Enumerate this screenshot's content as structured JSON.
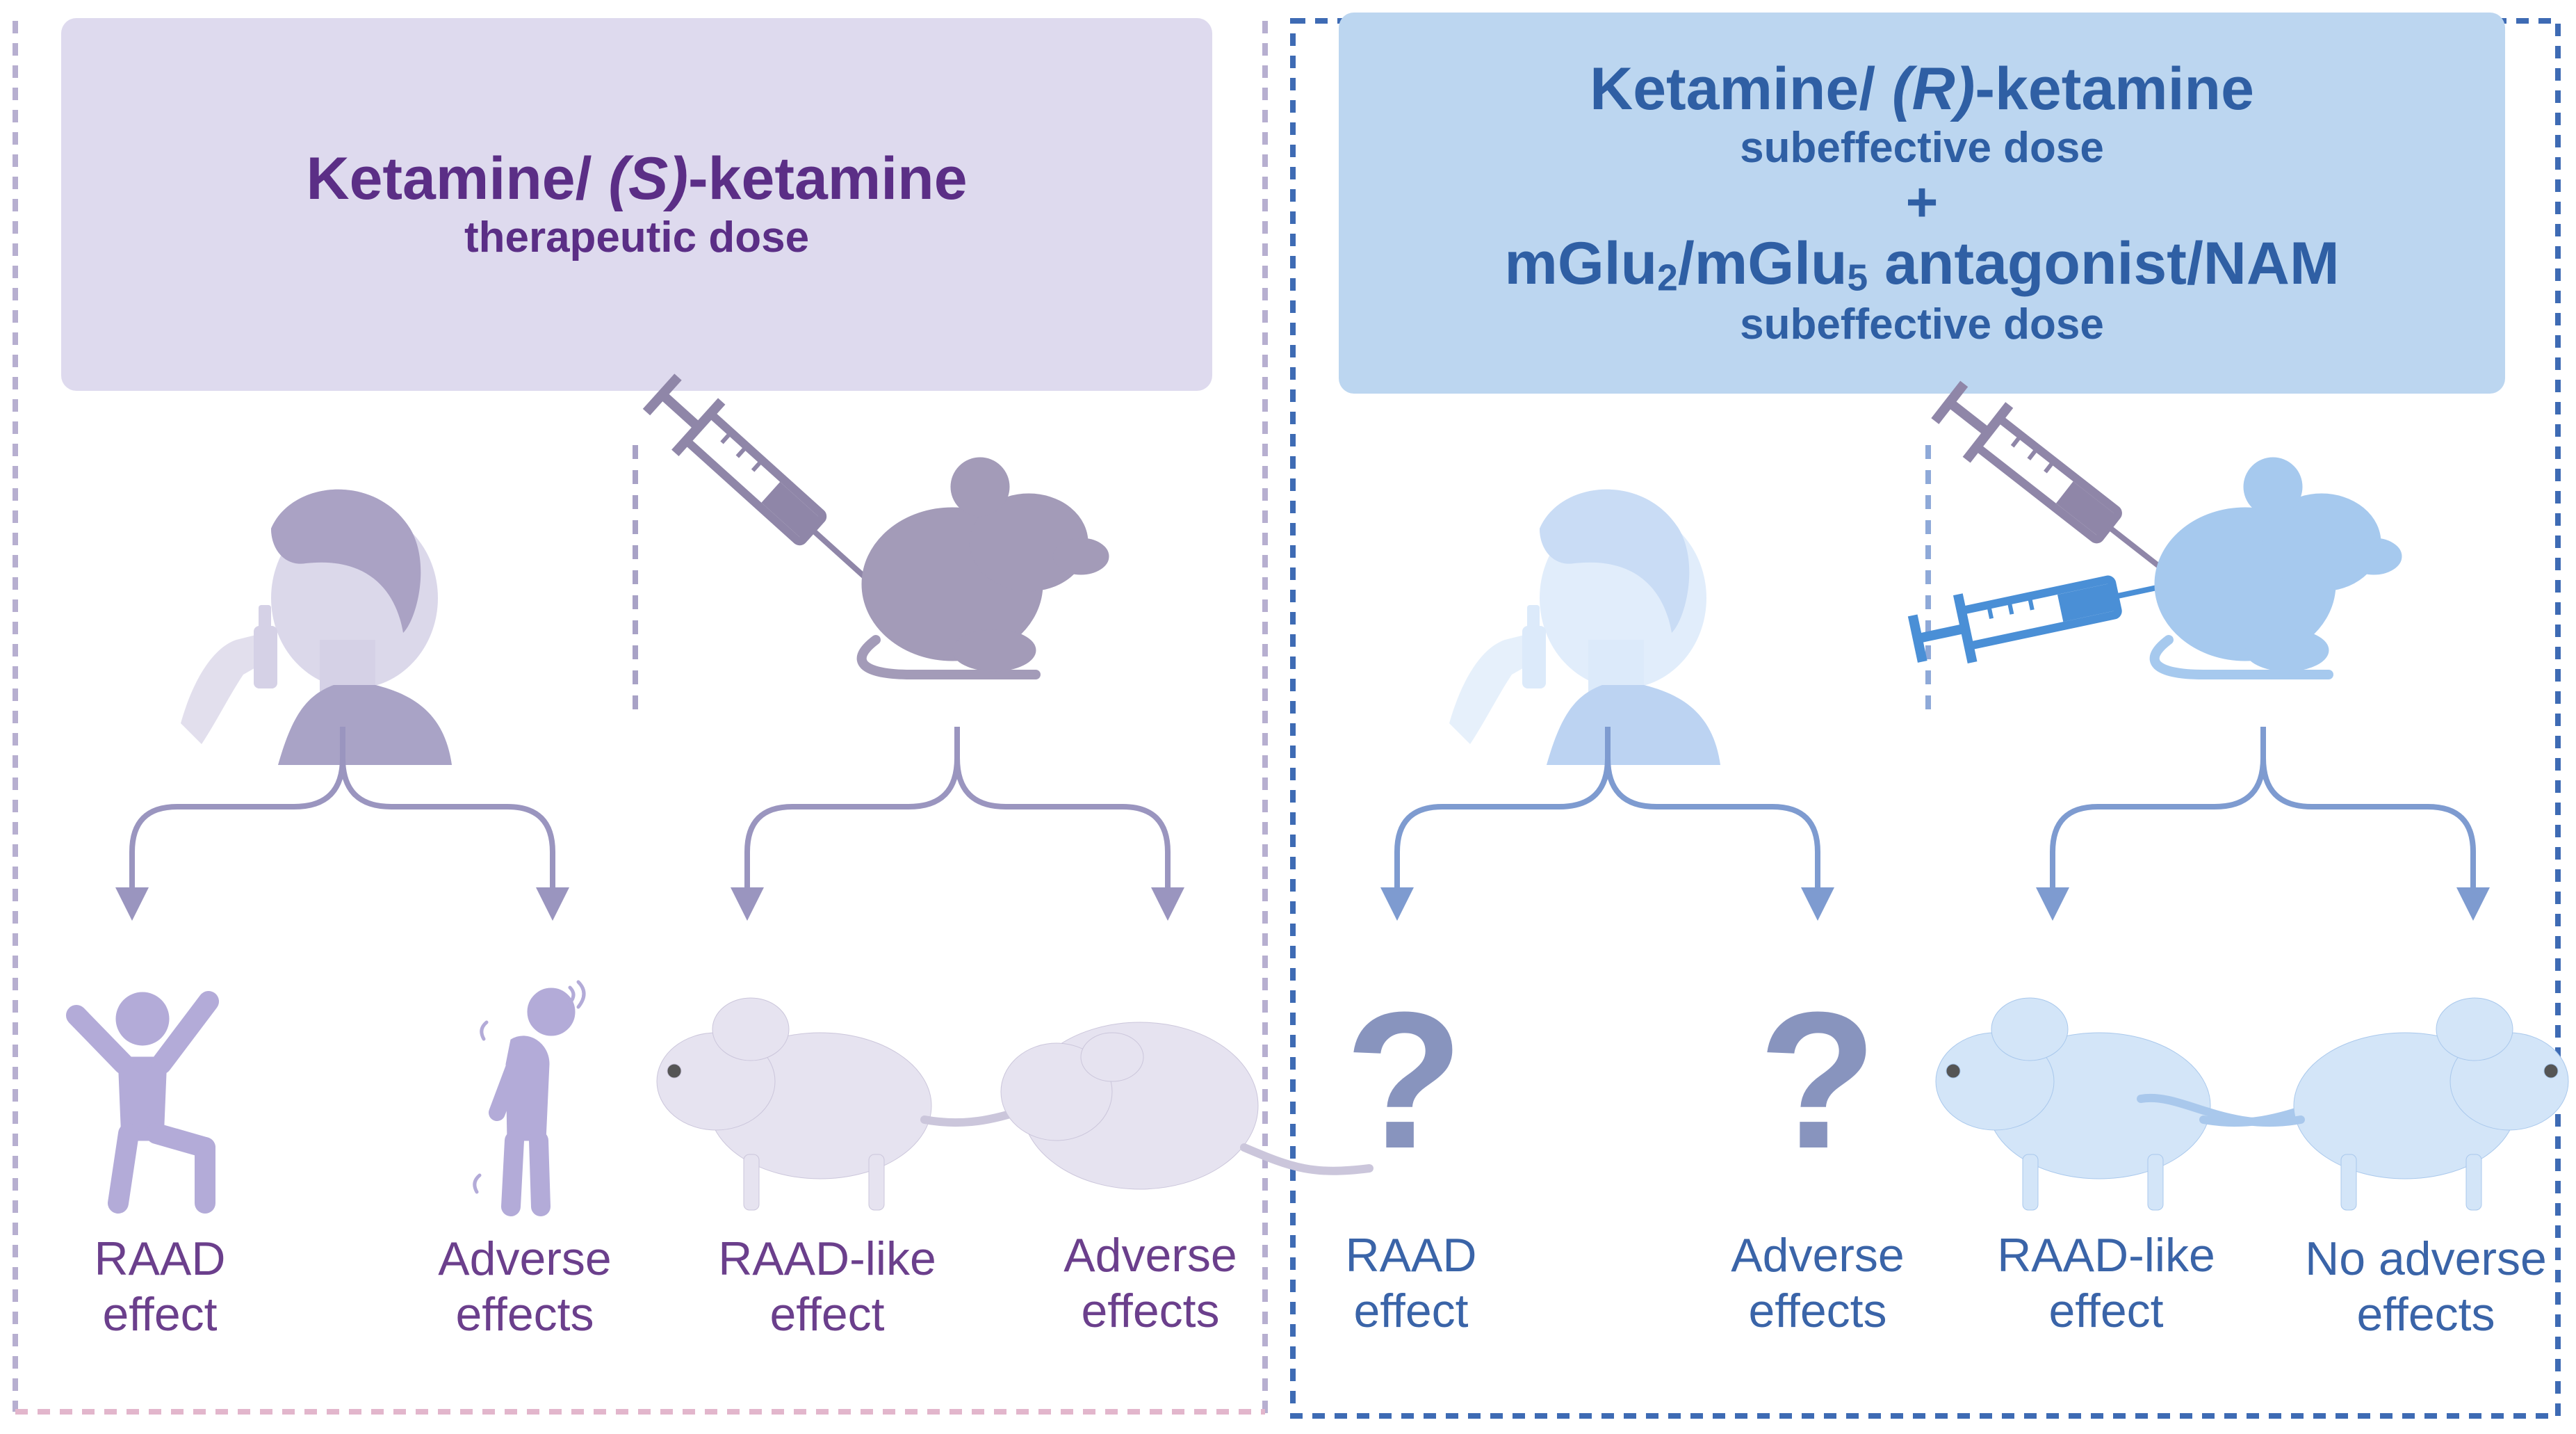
{
  "left_panel": {
    "title_prefix": "Ketamine/ ",
    "title_italic": "(S)",
    "title_suffix": "-ketamine",
    "subtitle": "therapeutic dose",
    "labels": {
      "human_positive": "RAAD\neffect",
      "human_negative": "Adverse\neffects",
      "mouse_positive": "RAAD-like\neffect",
      "mouse_negative": "Adverse\neffects"
    }
  },
  "right_panel": {
    "title_prefix": "Ketamine/ ",
    "title_italic": "(R)",
    "title_suffix": "-ketamine",
    "subtitle_1": "subeffective dose",
    "plus": "+",
    "line2_a": "mGlu",
    "line2_sub1": "2",
    "line2_b": "/mGlu",
    "line2_sub2": "5",
    "line2_c": " antagonist/NAM",
    "subtitle_2": "subeffective dose",
    "question_mark": "?",
    "labels": {
      "human_positive": "RAAD\neffect",
      "human_negative": "Adverse\neffects",
      "mouse_positive": "RAAD-like\neffect",
      "mouse_negative": "No adverse\neffects"
    }
  },
  "colors": {
    "left_box": "#dedaee",
    "right_box": "#bcd6f0",
    "left_text": "#5b2e86",
    "right_text": "#2f5fa4",
    "left_arrow": "#9a95bf",
    "right_arrow": "#7e9bd0"
  },
  "icons": [
    "nasal-spray-person-icon",
    "syringe-icon",
    "mouse-icon",
    "happy-person-icon",
    "sick-person-icon",
    "question-mark-icon"
  ]
}
